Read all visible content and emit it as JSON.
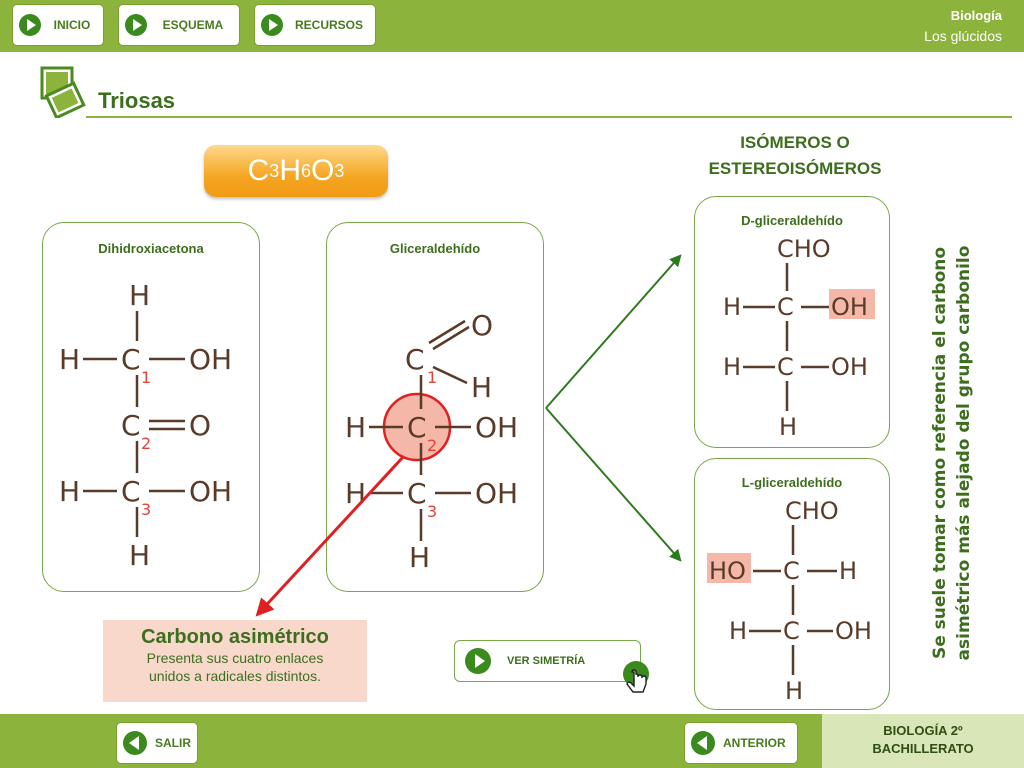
{
  "nav": {
    "inicio": "INICIO",
    "esquema": "ESQUEMA",
    "recursos": "RECURSOS"
  },
  "header": {
    "subject": "Biología",
    "topic": "Los glúcidos"
  },
  "page": {
    "title": "Triosas"
  },
  "formula": {
    "c": "C",
    "c_sub": "3",
    "h": "H",
    "h_sub": "6",
    "o": "O",
    "o_sub": "3"
  },
  "isomers": {
    "title_line1": "ISÓMEROS O",
    "title_line2": "ESTEREOISÓMEROS"
  },
  "molecules": {
    "dihidroxiacetona": {
      "label": "Dihidroxiacetona",
      "atoms": [
        "H",
        "H",
        "C",
        "OH",
        "1",
        "C",
        "O",
        "2",
        "H",
        "C",
        "OH",
        "3",
        "H"
      ]
    },
    "gliceraldehido": {
      "label": "Gliceraldehído",
      "atoms": [
        "O",
        "C",
        "1",
        "H",
        "H",
        "C",
        "OH",
        "2",
        "H",
        "C",
        "OH",
        "3",
        "H"
      ]
    },
    "d_gliceraldehido": {
      "label": "D-gliceraldehído",
      "atoms": [
        "CHO",
        "H",
        "C",
        "OH",
        "H",
        "C",
        "OH",
        "H"
      ]
    },
    "l_gliceraldehido": {
      "label": "L-gliceraldehído",
      "atoms": [
        "CHO",
        "HO",
        "C",
        "H",
        "H",
        "C",
        "OH",
        "H"
      ]
    }
  },
  "note": {
    "line1": "Se suele tomar como referencia el carbono",
    "line2": "asimétrico más alejado del grupo carbonilo"
  },
  "carbono": {
    "title": "Carbono asimétrico",
    "line1": "Presenta sus cuatro enlaces",
    "line2": "unidos a radicales distintos."
  },
  "ver_simetria": "VER SIMETRÍA",
  "footer": {
    "salir": "SALIR",
    "anterior": "ANTERIOR",
    "course_line1": "BIOLOGÍA 2º",
    "course_line2": "BACHILLERATO"
  },
  "colors": {
    "bar_green": "#8cb33c",
    "text_green": "#3d6e1e",
    "atom_brown": "#5a3b2a",
    "number_red": "#e0443a",
    "highlight": "#f5b8a8",
    "arrow_red": "#e02020",
    "arrow_green": "#2e7a1e"
  }
}
